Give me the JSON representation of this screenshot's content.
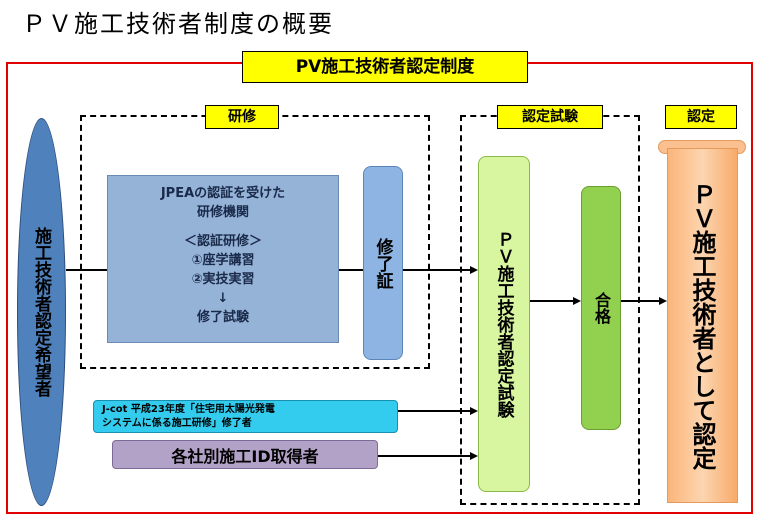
{
  "page_title": "ＰＶ施工技術者制度の概要",
  "main_tag": "PV施工技術者認定制度",
  "tags": {
    "training": "研修",
    "exam": "認定試験",
    "cert": "認定"
  },
  "applicant": "施工技術者認定希望者",
  "institution": {
    "line1": "JPEAの認証を受けた",
    "line2": "研修機関",
    "line3": "＜認証研修＞",
    "line4": "①座学講習",
    "line5": "②実技実習",
    "arrow": "↓",
    "line6": "修了試験"
  },
  "completion": "修了証",
  "exam_box": "ＰＶ施工技術者認定試験",
  "pass": "合格",
  "certified": "ＰＶ施工技術者として認定",
  "jcot": {
    "line1": "J-cot 平成23年度「住宅用太陽光発電",
    "line2": "システムに係る施工研修」修了者"
  },
  "company_id": "各社別施工ID取得者",
  "colors": {
    "frame": "#e00000",
    "tag": "#ffff00",
    "applicant": "#4f81bd",
    "institution": "#95b3d7",
    "completion": "#8db4e2",
    "exam": "#d8f5a0",
    "pass": "#92d050",
    "certified": "#fbc090",
    "jcot": "#33ccee",
    "company": "#b3a2c7"
  }
}
